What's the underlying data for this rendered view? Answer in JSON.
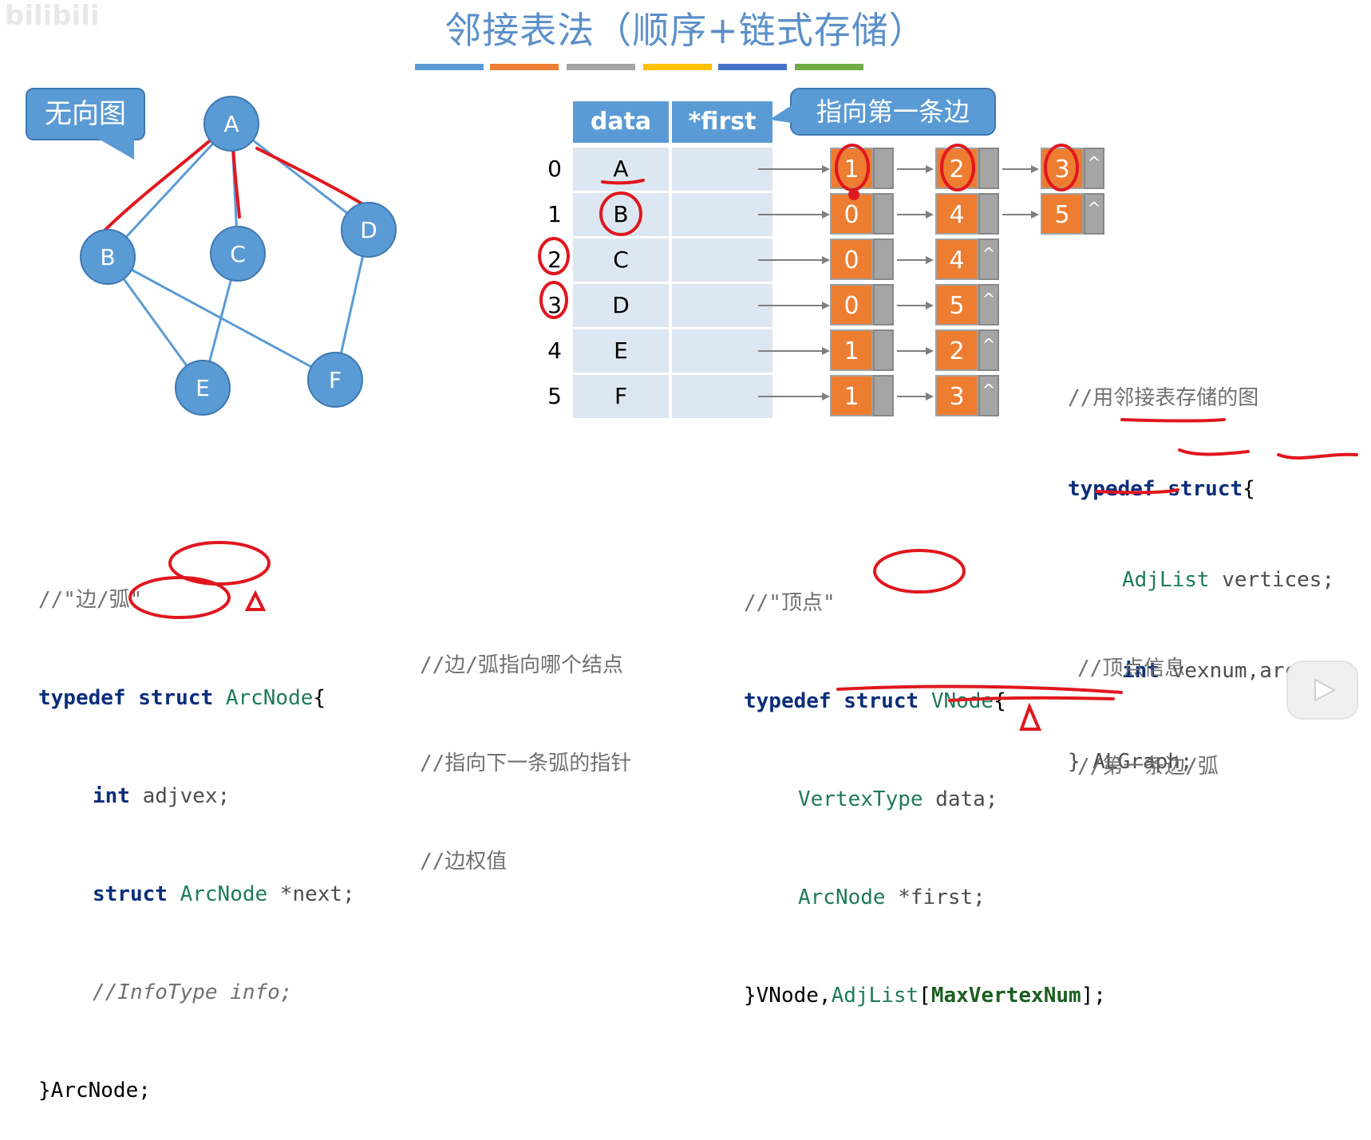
{
  "watermark": "bilibili",
  "title": "邻接表法（顺序+链式存储）",
  "title_bar_colors": [
    "#5b9bd5",
    "#ed7d31",
    "#a5a5a5",
    "#ffc000",
    "#4472c4",
    "#70ad47"
  ],
  "graph": {
    "callout": "无向图",
    "vertices": [
      "A",
      "B",
      "C",
      "D",
      "E",
      "F"
    ]
  },
  "table": {
    "headers": [
      "data",
      "*first"
    ],
    "callout": "指向第一条边",
    "rows": [
      {
        "index": "0",
        "data": "A",
        "edges": [
          {
            "v": "1",
            "tail": ""
          },
          {
            "v": "2",
            "tail": ""
          },
          {
            "v": "3",
            "tail": "^"
          }
        ]
      },
      {
        "index": "1",
        "data": "B",
        "edges": [
          {
            "v": "0",
            "tail": ""
          },
          {
            "v": "4",
            "tail": ""
          },
          {
            "v": "5",
            "tail": "^"
          }
        ]
      },
      {
        "index": "2",
        "data": "C",
        "edges": [
          {
            "v": "0",
            "tail": ""
          },
          {
            "v": "4",
            "tail": "^"
          }
        ]
      },
      {
        "index": "3",
        "data": "D",
        "edges": [
          {
            "v": "0",
            "tail": ""
          },
          {
            "v": "5",
            "tail": "^"
          }
        ]
      },
      {
        "index": "4",
        "data": "E",
        "edges": [
          {
            "v": "1",
            "tail": ""
          },
          {
            "v": "2",
            "tail": "^"
          }
        ]
      },
      {
        "index": "5",
        "data": "F",
        "edges": [
          {
            "v": "1",
            "tail": ""
          },
          {
            "v": "3",
            "tail": "^"
          }
        ]
      }
    ]
  },
  "code_graph": {
    "comment": "//用邻接表存储的图",
    "line1_kw": "typedef struct",
    "line1_rest": "{",
    "line2_type": "AdjList",
    "line2_rest": " vertices;",
    "line3_kw": "int",
    "line3_rest": " vexnum,arcnum;",
    "line4": "} ALGraph;"
  },
  "code_arc": {
    "comment": "//\"边/弧\"",
    "line1_kw": "typedef struct",
    "line1_type": "ArcNode",
    "line1_rest": "{",
    "line2_kw": "int",
    "line2_rest": " adjvex;",
    "line2_comment": "//边/弧指向哪个结点",
    "line3_kw": "struct",
    "line3_type": "ArcNode",
    "line3_rest": " *next;",
    "line3_comment": "//指向下一条弧的指针",
    "line4": "//InfoType info;",
    "line4_comment": "//边权值",
    "line5": "}ArcNode;"
  },
  "code_vnode": {
    "comment": "//\"顶点\"",
    "line1_kw": "typedef struct",
    "line1_type": "VNode",
    "line1_rest": "{",
    "line2_type": "VertexType",
    "line2_rest": " data;",
    "line2_comment": "//顶点信息",
    "line3_type": "ArcNode",
    "line3_rest": " *first;",
    "line3_comment": "//第一条边/弧",
    "line4_a": "}VNode,",
    "line4_type": "AdjList",
    "line4_b": "[",
    "line4_c": "MaxVertexNum",
    "line4_d": "];"
  }
}
